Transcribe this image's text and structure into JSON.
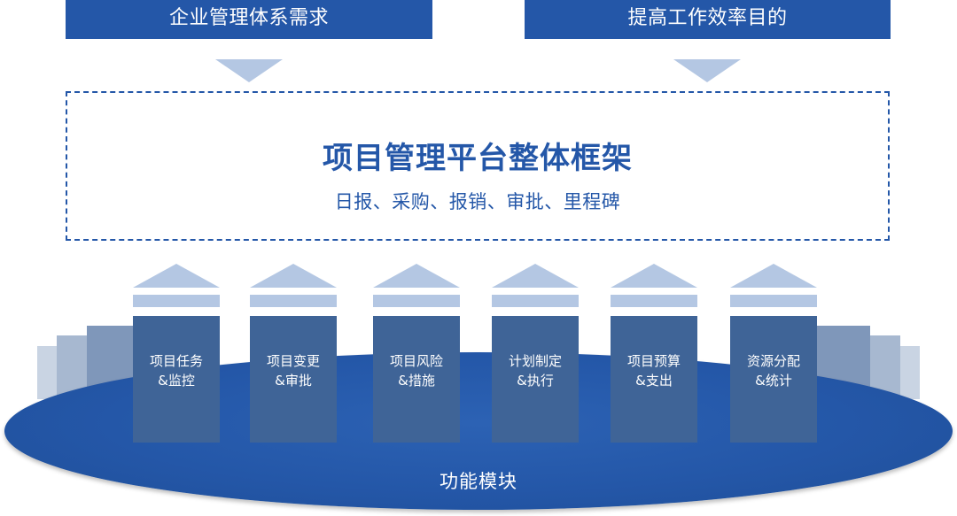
{
  "header": {
    "left_box": "企业管理体系需求",
    "right_box": "提高工作效率目的"
  },
  "framework": {
    "title": "项目管理平台整体框架",
    "subtitle": "日报、采购、报销、审批、里程碑"
  },
  "base": {
    "label": "功能模块"
  },
  "modules": [
    {
      "line1": "项目任务",
      "line2": "&监控"
    },
    {
      "line1": "项目变更",
      "line2": "&审批"
    },
    {
      "line1": "项目风险",
      "line2": "&措施"
    },
    {
      "line1": "计划制定",
      "line2": "&执行"
    },
    {
      "line1": "项目预算",
      "line2": "&支出"
    },
    {
      "line1": "资源分配",
      "line2": "&统计"
    }
  ],
  "colors": {
    "primary": "#2457a8",
    "light": "#b4c7e3",
    "pillar": "#3f6497"
  }
}
